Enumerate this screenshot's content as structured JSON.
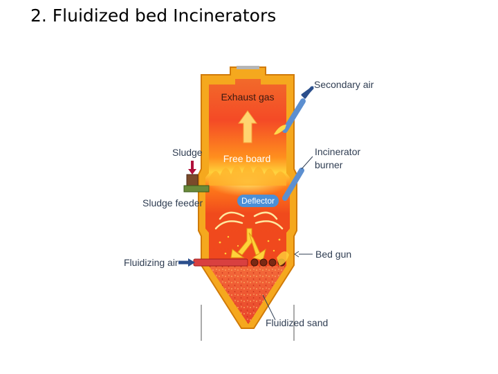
{
  "title": "2. Fluidized bed Incinerators",
  "diagram": {
    "labels": {
      "exhaust_gas": "Exhaust gas",
      "free_board": "Free board",
      "deflector": "Deflector",
      "secondary_air": "Secondary air",
      "incinerator_burner_line1": "Incinerator",
      "incinerator_burner_line2": "burner",
      "sludge": "Sludge",
      "sludge_feeder": "Sludge feeder",
      "fluidizing_air": "Fluidizing air",
      "bed_gun": "Bed gun",
      "fluidized_sand": "Fluidized sand"
    },
    "colors": {
      "shell": "#f5a81e",
      "shell_edge": "#d07a08",
      "flame_light": "#ffd23a",
      "flame_mid": "#ff8a1c",
      "flame_dark": "#f0321c",
      "deflector": "#4b8fd6",
      "air_arrow": "#2b4f8c",
      "sludge_arrow": "#b0103a",
      "lance": "#5c8fd0",
      "label_text": "#2f3d52"
    }
  }
}
